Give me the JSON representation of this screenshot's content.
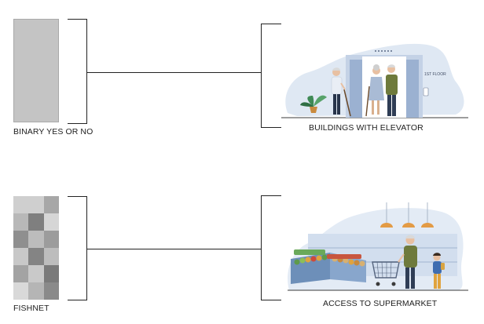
{
  "top_row": {
    "left_caption": "BINARY  YES OR NO",
    "right_caption": "BUILDINGS WITH ELEVATOR",
    "binary_swatch_color": "#c4c4c4",
    "illustration": {
      "scene": "elevator",
      "floor_label": "1ST FLOOR"
    }
  },
  "bottom_row": {
    "left_caption": "FISHNET",
    "right_caption": "ACCESS TO SUPERMARKET",
    "fishnet_grid": [
      [
        "#cfcfcf",
        "#cfcfcf",
        "#a7a7a7"
      ],
      [
        "#b8b8b8",
        "#7f7f7f",
        "#d6d6d6"
      ],
      [
        "#8f8f8f",
        "#bcbcbc",
        "#9c9c9c"
      ],
      [
        "#c8c8c8",
        "#848484",
        "#bdbdbd"
      ],
      [
        "#a3a3a3",
        "#c9c9c9",
        "#7a7a7a"
      ],
      [
        "#d9d9d9",
        "#b5b5b5",
        "#8a8a8a"
      ]
    ],
    "illustration": {
      "scene": "supermarket"
    }
  }
}
